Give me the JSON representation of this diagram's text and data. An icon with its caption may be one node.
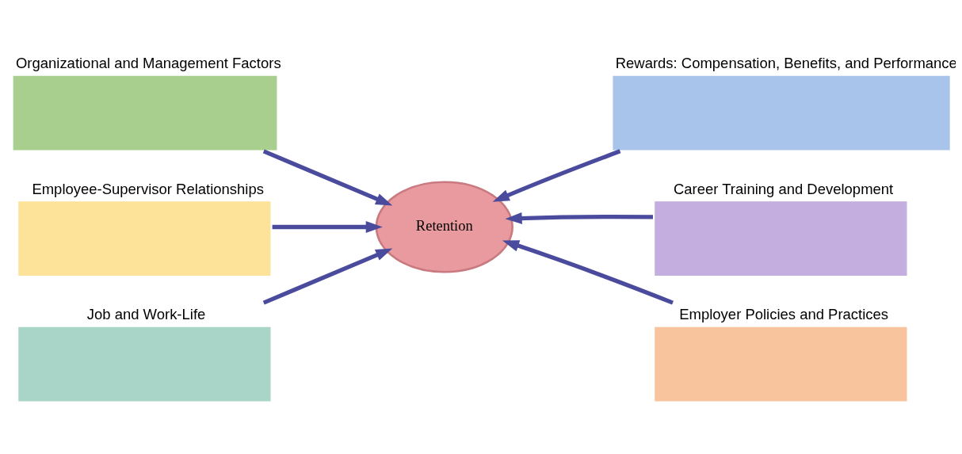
{
  "diagram": {
    "nodes": [
      {
        "text": [
          "Organizational and Management Factors"
        ]
      },
      {
        "text": [
          "Rewards: Compensation, Benefits, and Performance"
        ]
      },
      {
        "text": [
          "Employee-Supervisor Relationships"
        ]
      },
      {
        "text": [
          "Retention"
        ]
      },
      {
        "text": [
          "Career Training and Development"
        ]
      },
      {
        "text": [
          "Job and Work-Life"
        ]
      },
      {
        "text": [
          "Employer Policies and Practices"
        ]
      }
    ],
    "edges": [
      {
        "from": 0,
        "to": 3,
        "arrow": "to"
      },
      {
        "from": 1,
        "to": 3,
        "arrow": "to"
      },
      {
        "from": 2,
        "to": 3,
        "arrow": "to"
      },
      {
        "from": 4,
        "to": 3,
        "arrow": "to"
      },
      {
        "from": 5,
        "to": 3,
        "arrow": "to"
      },
      {
        "from": 6,
        "to": 3,
        "arrow": "to"
      }
    ]
  }
}
